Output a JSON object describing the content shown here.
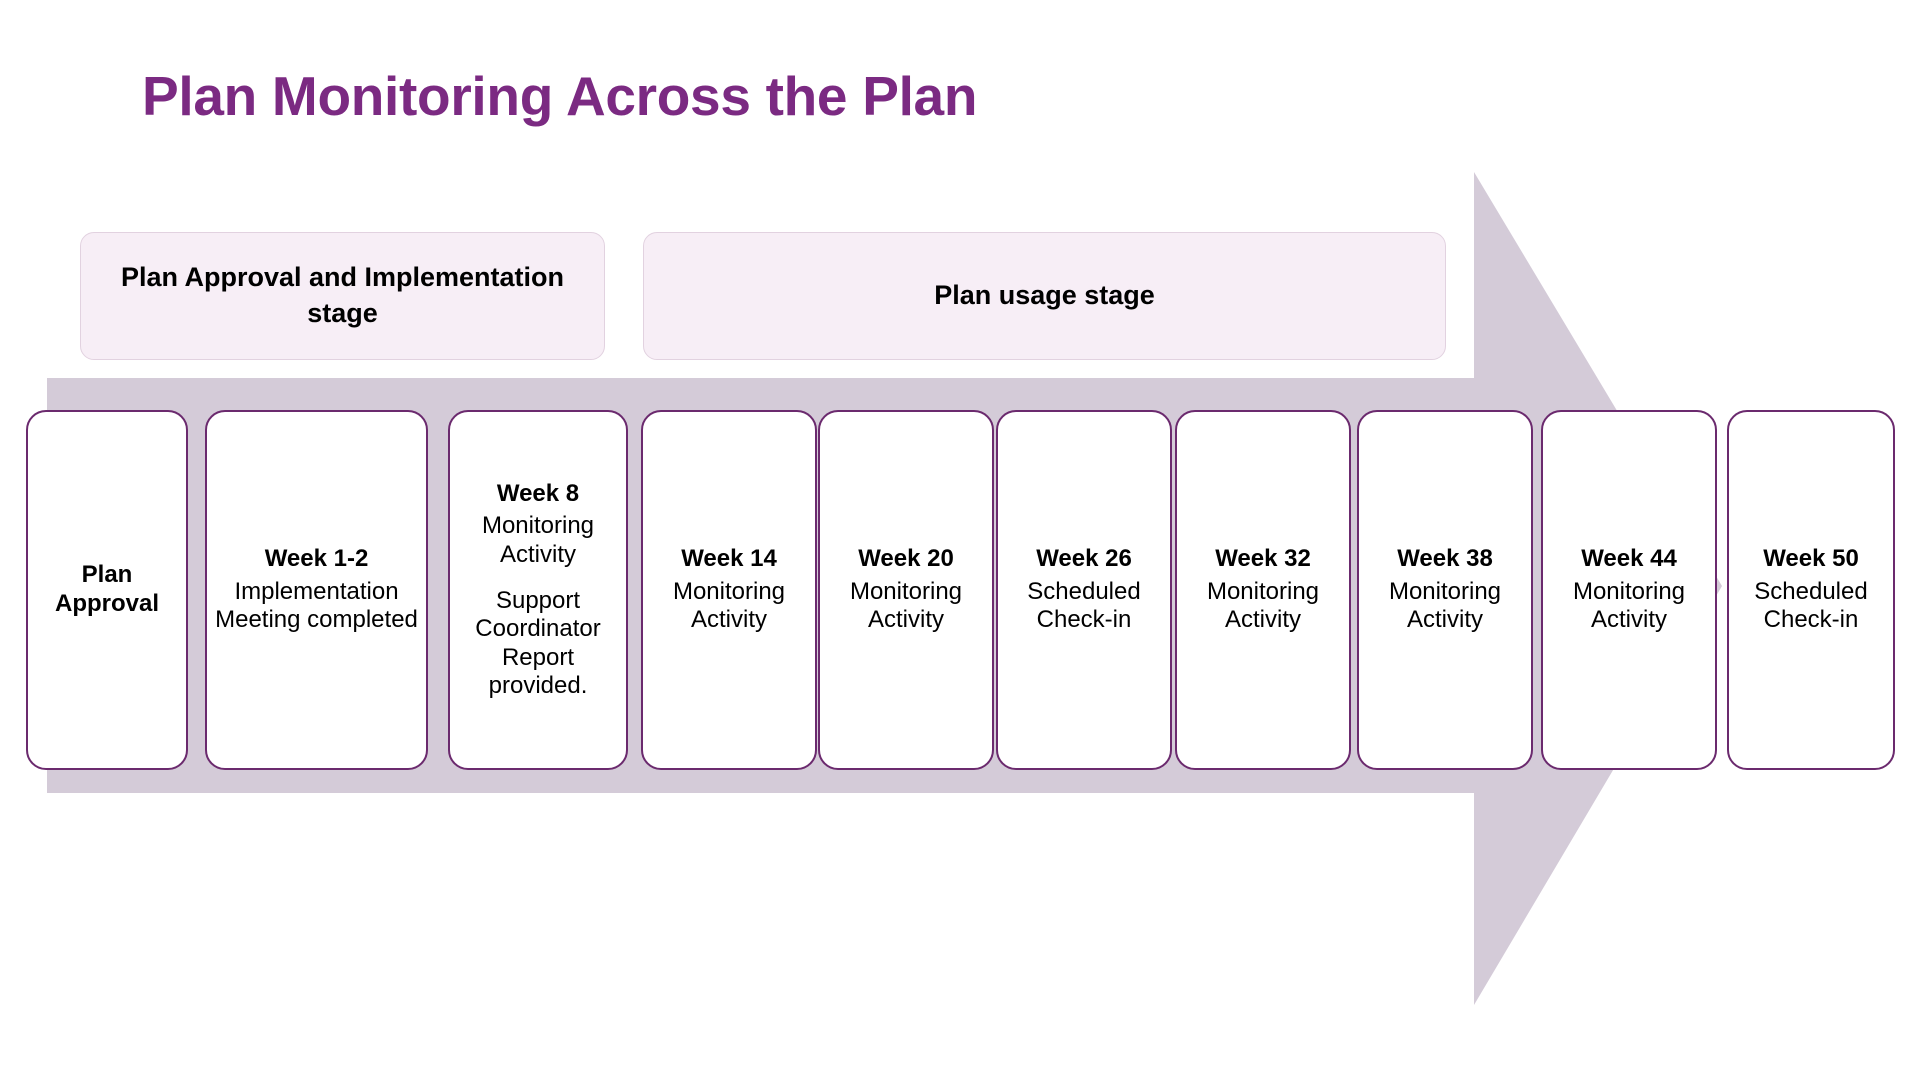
{
  "page": {
    "title": "Plan Monitoring Across the Plan",
    "accent_purple": "#7b2a82",
    "card_border_purple": "#6b2a6e",
    "arrow_fill": "#d4cbd8",
    "banner_fill": "#f7eef6",
    "banner_border": "#e2d2e0",
    "background": "#ffffff"
  },
  "stages": [
    {
      "label": "Plan Approval and Implementation stage"
    },
    {
      "label": "Plan usage stage"
    }
  ],
  "arrow": {
    "name": "timeline-arrow",
    "direction": "right"
  },
  "milestones": [
    {
      "title": "Plan Approval",
      "lines": []
    },
    {
      "title": "Week 1-2",
      "lines": [
        "Implementation Meeting completed"
      ]
    },
    {
      "title": "Week 8",
      "lines": [
        "Monitoring Activity",
        "Support Coordinator Report provided."
      ]
    },
    {
      "title": "Week 14",
      "lines": [
        "Monitoring Activity"
      ]
    },
    {
      "title": "Week 20",
      "lines": [
        "Monitoring Activity"
      ]
    },
    {
      "title": "Week 26",
      "lines": [
        "Scheduled Check-in"
      ]
    },
    {
      "title": "Week 32",
      "lines": [
        "Monitoring Activity"
      ]
    },
    {
      "title": "Week 38",
      "lines": [
        "Monitoring Activity"
      ]
    },
    {
      "title": "Week 44",
      "lines": [
        "Monitoring Activity"
      ]
    },
    {
      "title": "Week 50",
      "lines": [
        "Scheduled Check-in"
      ]
    }
  ]
}
